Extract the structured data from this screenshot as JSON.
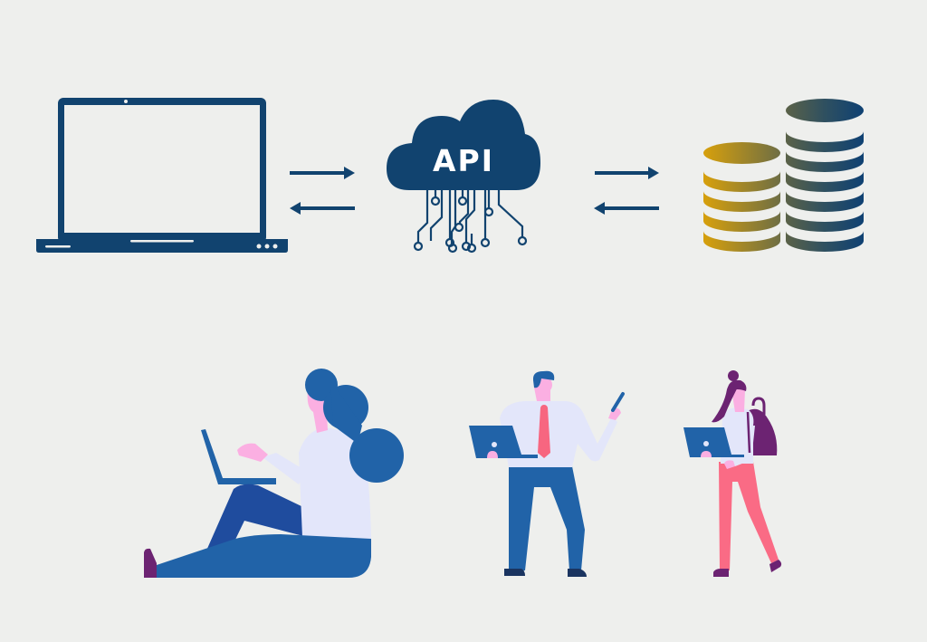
{
  "diagram": {
    "type": "api-architecture-illustration",
    "background": "#EEEFED",
    "nodes": [
      {
        "id": "client",
        "label": "",
        "icon": "laptop-icon"
      },
      {
        "id": "api",
        "label": "API",
        "icon": "cloud-circuit-icon"
      },
      {
        "id": "database",
        "label": "",
        "icon": "coin-stack-database-icon"
      }
    ],
    "edges": [
      {
        "from": "client",
        "to": "api",
        "direction": "right"
      },
      {
        "from": "api",
        "to": "client",
        "direction": "left"
      },
      {
        "from": "api",
        "to": "database",
        "direction": "right"
      },
      {
        "from": "database",
        "to": "api",
        "direction": "left"
      }
    ],
    "people": [
      {
        "id": "woman-sitting",
        "pose": "sitting with laptop"
      },
      {
        "id": "man-standing",
        "pose": "standing with laptop and phone"
      },
      {
        "id": "woman-walking",
        "pose": "walking with laptop and backpack"
      }
    ]
  },
  "api_cloud": {
    "label": "API"
  },
  "colors": {
    "navy": "#11436F",
    "blue": "#2163A8",
    "blue_dark": "#1F4C9E",
    "shirt": "#E3E6FA",
    "skin": "#FBAFE2",
    "tie": "#F76680",
    "purple": "#6C2372",
    "pants_pink": "#FA6B85",
    "shoe_navy": "#1A3460",
    "gold": "#D39E0E"
  }
}
